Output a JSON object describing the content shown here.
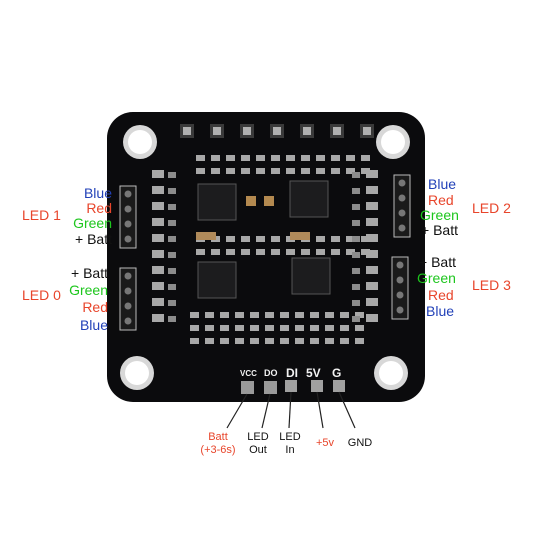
{
  "colors": {
    "board": "#0b0b0d",
    "background": "#ffffff",
    "red": "#e8452b",
    "green": "#1dc61d",
    "blue": "#2241b8",
    "black": "#111111",
    "pad": "#9a9a9a",
    "component": "#a8a8a8"
  },
  "left_labels": {
    "led1": "LED 1",
    "led0": "LED 0",
    "top_group": [
      "Blue",
      "Red",
      "Green",
      "+ Batt"
    ],
    "bottom_group": [
      "+ Batt",
      "Green",
      "Red",
      "Blue"
    ]
  },
  "right_labels": {
    "led2": "LED 2",
    "led3": "LED 3",
    "top_group": [
      "Blue",
      "Red",
      "Green",
      "+ Batt"
    ],
    "bottom_group": [
      "+ Batt",
      "Green",
      "Red",
      "Blue"
    ]
  },
  "silkscreen": {
    "vcc": "VCC",
    "do": "DO",
    "di": "DI",
    "v5": "5V",
    "g": "G"
  },
  "bottom_labels": {
    "batt_line1": "Batt",
    "batt_line2": "(+3-6s)",
    "led_out_line1": "LED",
    "led_out_line2": "Out",
    "led_in_line1": "LED",
    "led_in_line2": "In",
    "plus5v": "+5v",
    "gnd": "GND"
  }
}
